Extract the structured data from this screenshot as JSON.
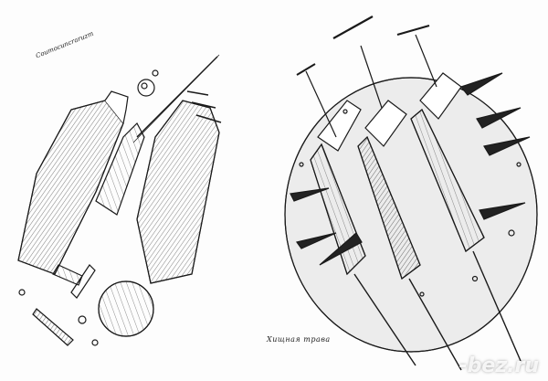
{
  "left_sketch": {
    "caption": "Coumocuncraruzm"
  },
  "right_sketch": {
    "caption": "Хищная трава"
  },
  "watermark": "-bez.ru",
  "colors": {
    "ink": "#1a1a1a",
    "paper": "#fdfdfd",
    "disc": "#ececec"
  }
}
